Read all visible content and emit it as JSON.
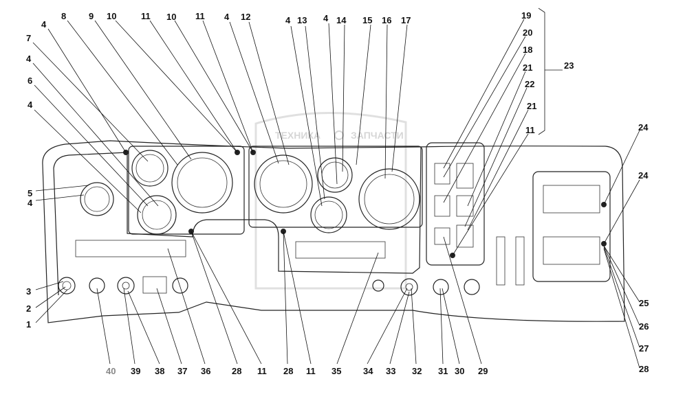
{
  "watermark": {
    "left": "ТЕХНИКА",
    "right": "ЗАПЧАСТИ"
  },
  "labels": {
    "top": [
      "4",
      "8",
      "9",
      "10",
      "11",
      "10",
      "11",
      "4",
      "12",
      "4",
      "13",
      "4",
      "14",
      "15",
      "16",
      "17"
    ],
    "left": [
      "7",
      "4",
      "6",
      "4",
      "5",
      "4",
      "3",
      "2",
      "1"
    ],
    "bottom": [
      "40",
      "39",
      "38",
      "37",
      "36",
      "28",
      "11",
      "28",
      "11",
      "35",
      "34",
      "33",
      "32",
      "31",
      "30",
      "29"
    ],
    "right": [
      "19",
      "20",
      "18",
      "21",
      "22",
      "21",
      "11",
      "23",
      "24",
      "24",
      "25",
      "26",
      "27",
      "28"
    ]
  },
  "colors": {
    "line": "#111111",
    "watermark": "#bbbbbb",
    "label_40": "#888888"
  }
}
